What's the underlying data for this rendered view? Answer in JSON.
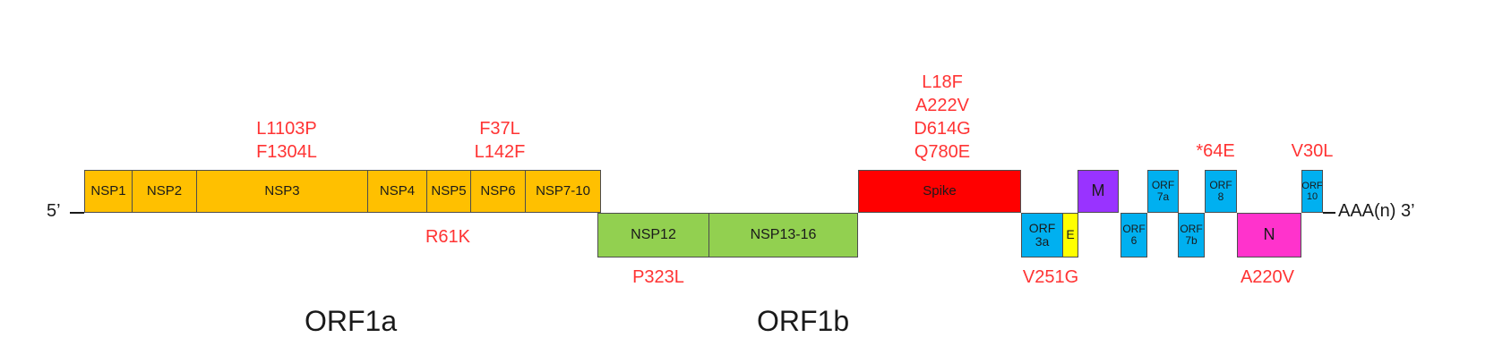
{
  "genome": {
    "five_prime": "5’",
    "three_prime": "AAA(n) 3’"
  },
  "segments": {
    "nsp1": "NSP1",
    "nsp2": "NSP2",
    "nsp3": "NSP3",
    "nsp4": "NSP4",
    "nsp5": "NSP5",
    "nsp6": "NSP6",
    "nsp7_10": "NSP7-10",
    "nsp12": "NSP12",
    "nsp13_16": "NSP13-16",
    "spike": "Spike",
    "orf3a": [
      "ORF",
      "3a"
    ],
    "e": "E",
    "m": "M",
    "orf6": [
      "ORF",
      "6"
    ],
    "orf7a": [
      "ORF",
      "7a"
    ],
    "orf7b": [
      "ORF",
      "7b"
    ],
    "orf8": [
      "ORF",
      "8"
    ],
    "n": "N",
    "orf10": [
      "ORF",
      "10"
    ]
  },
  "mutations": {
    "nsp3": [
      "L1103P",
      "F1304L"
    ],
    "nsp6": [
      "F37L",
      "L142F"
    ],
    "nsp5": [
      "R61K"
    ],
    "nsp12": [
      "P323L"
    ],
    "spike": [
      "L18F",
      "A222V",
      "D614G",
      "Q780E"
    ],
    "orf3a": [
      "V251G"
    ],
    "orf8": [
      "*64E"
    ],
    "n": [
      "A220V"
    ],
    "orf10": [
      "V30L"
    ]
  },
  "regions": {
    "orf1a": "ORF1a",
    "orf1b": "ORF1b"
  },
  "colors": {
    "nsp_orf1a": "#FFC000",
    "nsp_orf1b": "#92D050",
    "spike": "#FF0000",
    "accessory_orf": "#00B0F0",
    "envelope": "#FFFF00",
    "membrane": "#9933FF",
    "nucleocapsid": "#FF33CC",
    "mutation_text": "#FF3333"
  }
}
